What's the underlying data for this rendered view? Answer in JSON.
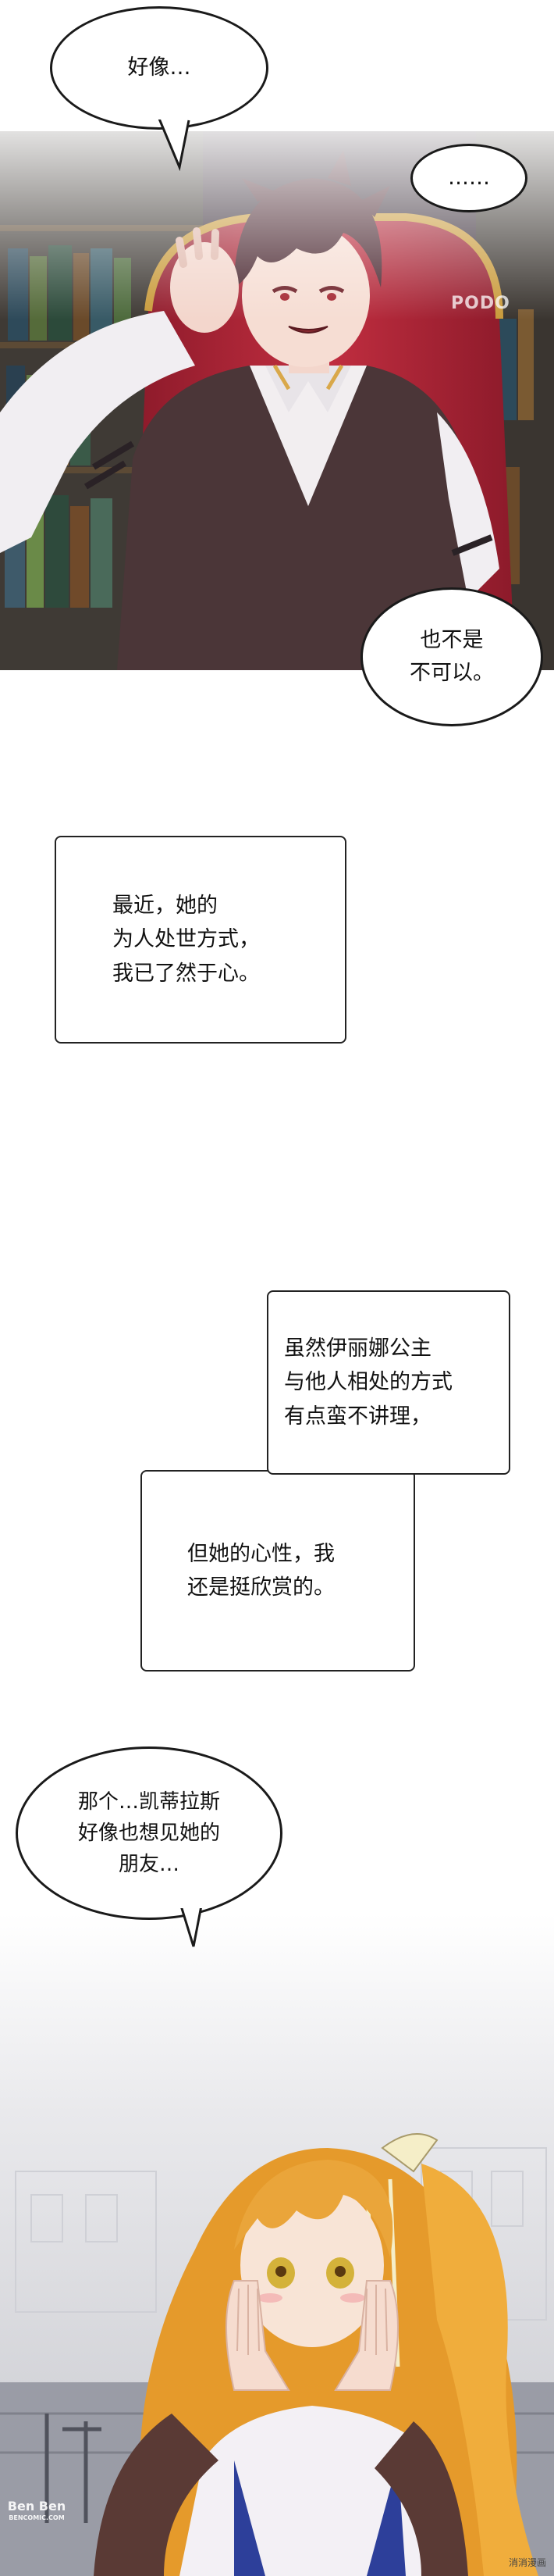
{
  "bubbles": {
    "top": [
      "好像…"
    ],
    "dots": [
      "……"
    ],
    "panel1_right": [
      "也不是",
      "不可以。"
    ],
    "panel3_left": [
      "那个…凯蒂拉斯",
      "好像也想见她的",
      "朋友…"
    ]
  },
  "narration": {
    "box1": [
      "最近，她的",
      "为人处世方式，",
      "我已了然于心。"
    ],
    "box2": [
      "虽然伊丽娜公主",
      "与他人相处的方式",
      "有点蛮不讲理，"
    ],
    "box3": [
      "但她的心性，我",
      "还是挺欣赏的。"
    ]
  },
  "watermarks": {
    "studio": "PODO",
    "logo": "Ben Ben",
    "site": "BENCOMIC.COM",
    "corner": "消消漫画"
  },
  "colors": {
    "bg": "#ffffff",
    "bubble_border": "#1a1a1a",
    "curtain": "#b8283a",
    "hair_male": "#4a2730",
    "hair_female": "#e59a2b"
  }
}
